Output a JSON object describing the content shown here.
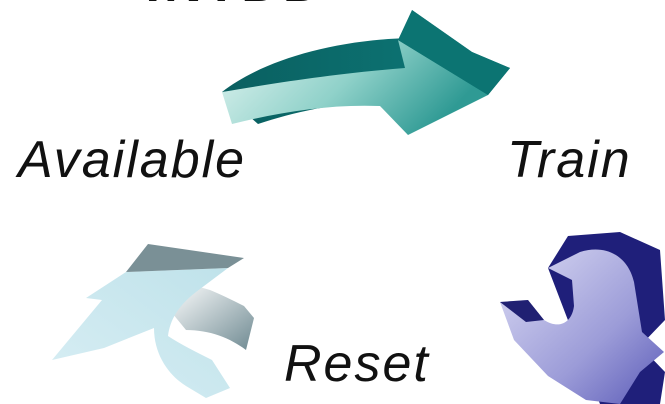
{
  "labels": {
    "top_state": "INTDD",
    "available": "Available",
    "train": "Train",
    "reset": "Reset"
  },
  "colors": {
    "teal_arrow_dark": "#0b6f6f",
    "teal_arrow_light": "#cfeeea",
    "pale_arrow_light": "#dff2f5",
    "pale_arrow_shadow": "#6f8a92",
    "blue_arrow_light": "#b9b9e6",
    "blue_arrow_dark": "#1f1f7a",
    "text": "#111111"
  },
  "icons": {
    "top_arrow": "curved-arrow-right-icon",
    "left_arrow": "curved-arrow-up-icon",
    "right_arrow": "u-turn-arrow-down-icon"
  }
}
